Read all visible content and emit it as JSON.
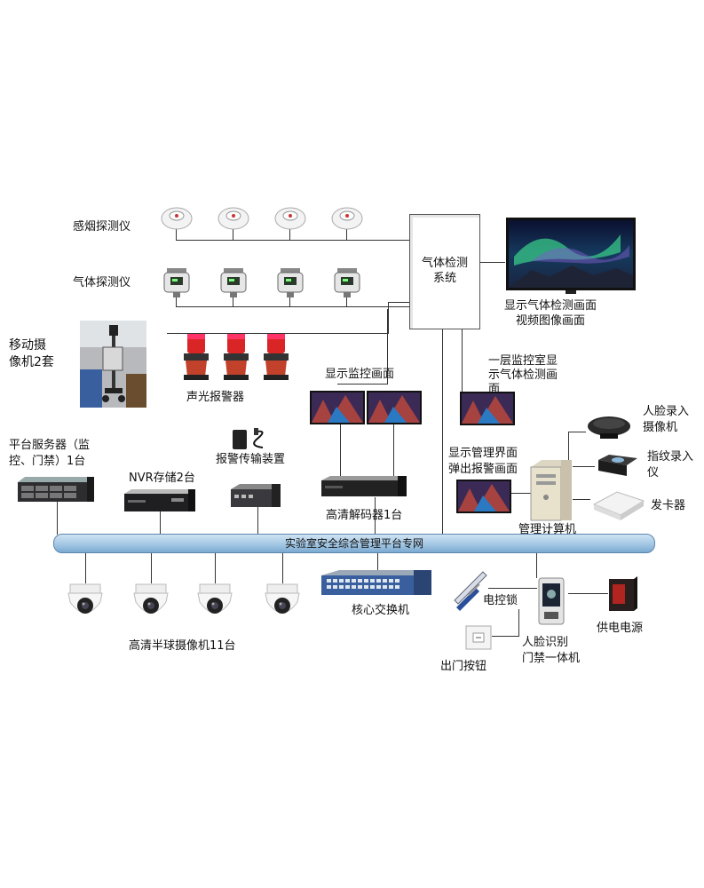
{
  "system": {
    "title": "气体检测\n系统"
  },
  "labels": {
    "smoke_detector": "感烟探测仪",
    "gas_detector": "气体探测仪",
    "mobile_camera": "移动摄\n像机2套",
    "alarm": "声光报警器",
    "display_monitor": "显示监控画面",
    "tv_caption": "显示气体检测画面\n视频图像画面",
    "floor1_display": "一层监控室显\n示气体检测画\n面",
    "platform_server": "平台服务器（监\n控、门禁）1台",
    "nvr": "NVR存储2台",
    "alarm_transmit": "报警传输装置",
    "decoder": "高清解码器1台",
    "mgmt_display": "显示管理界面\n弹出报警画面",
    "face_entry_camera": "人脸录入\n摄像机",
    "fingerprint": "指纹录入\n仪",
    "card_issuer": "发卡器",
    "mgmt_pc": "管理计算机",
    "bus": "实验室安全综合管理平台专网",
    "dome_cameras": "高清半球摄像机11台",
    "core_switch": "核心交换机",
    "electric_lock": "电控锁",
    "exit_button": "出门按钮",
    "face_access": "人脸识别\n门禁一体机",
    "power_supply": "供电电源"
  },
  "icons": {
    "smoke": "smoke-detector-icon",
    "gas": "gas-detector-icon",
    "alarm": "strobe-alarm-icon",
    "camera": "dome-camera-icon",
    "monitor": "monitor-icon",
    "tv": "aurora-tv-icon"
  }
}
